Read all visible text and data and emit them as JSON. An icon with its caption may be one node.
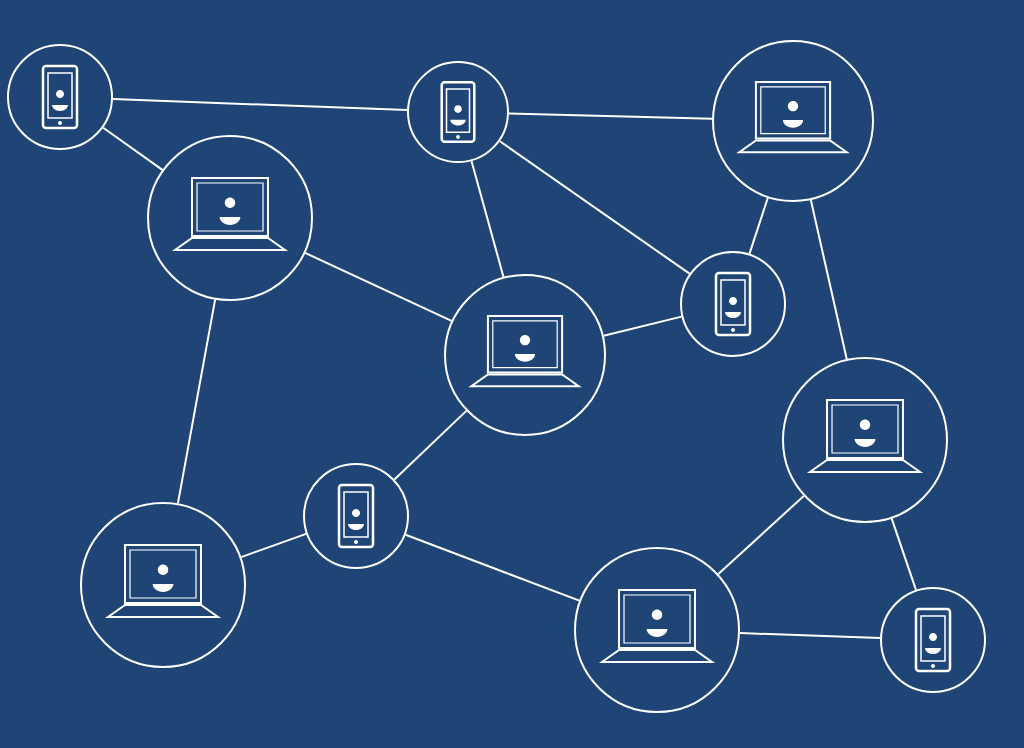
{
  "diagram": {
    "nodes": [
      {
        "text": [],
        "shape": "circle"
      },
      {
        "text": [],
        "shape": "circle"
      },
      {
        "text": [],
        "shape": "circle"
      },
      {
        "text": [],
        "shape": "circle"
      },
      {
        "text": [],
        "shape": "circle"
      },
      {
        "text": [],
        "shape": "circle"
      },
      {
        "text": [],
        "shape": "circle"
      },
      {
        "text": [],
        "shape": "circle"
      },
      {
        "text": [],
        "shape": "circle"
      },
      {
        "text": [],
        "shape": "circle"
      },
      {
        "text": [],
        "shape": "circle"
      }
    ],
    "edges": [
      {
        "from": 0,
        "to": 1,
        "arrow": "none"
      },
      {
        "from": 0,
        "to": 3,
        "arrow": "none"
      },
      {
        "from": 1,
        "to": 2,
        "arrow": "none"
      },
      {
        "from": 1,
        "to": 5,
        "arrow": "none"
      },
      {
        "from": 1,
        "to": 4,
        "arrow": "none"
      },
      {
        "from": 2,
        "to": 4,
        "arrow": "none"
      },
      {
        "from": 2,
        "to": 6,
        "arrow": "none"
      },
      {
        "from": 3,
        "to": 5,
        "arrow": "none"
      },
      {
        "from": 3,
        "to": 8,
        "arrow": "none"
      },
      {
        "from": 4,
        "to": 5,
        "arrow": "none"
      },
      {
        "from": 5,
        "to": 7,
        "arrow": "none"
      },
      {
        "from": 7,
        "to": 8,
        "arrow": "none"
      },
      {
        "from": 7,
        "to": 9,
        "arrow": "none"
      },
      {
        "from": 9,
        "to": 6,
        "arrow": "none"
      },
      {
        "from": 9,
        "to": 10,
        "arrow": "none"
      },
      {
        "from": 6,
        "to": 10,
        "arrow": "none"
      }
    ]
  }
}
